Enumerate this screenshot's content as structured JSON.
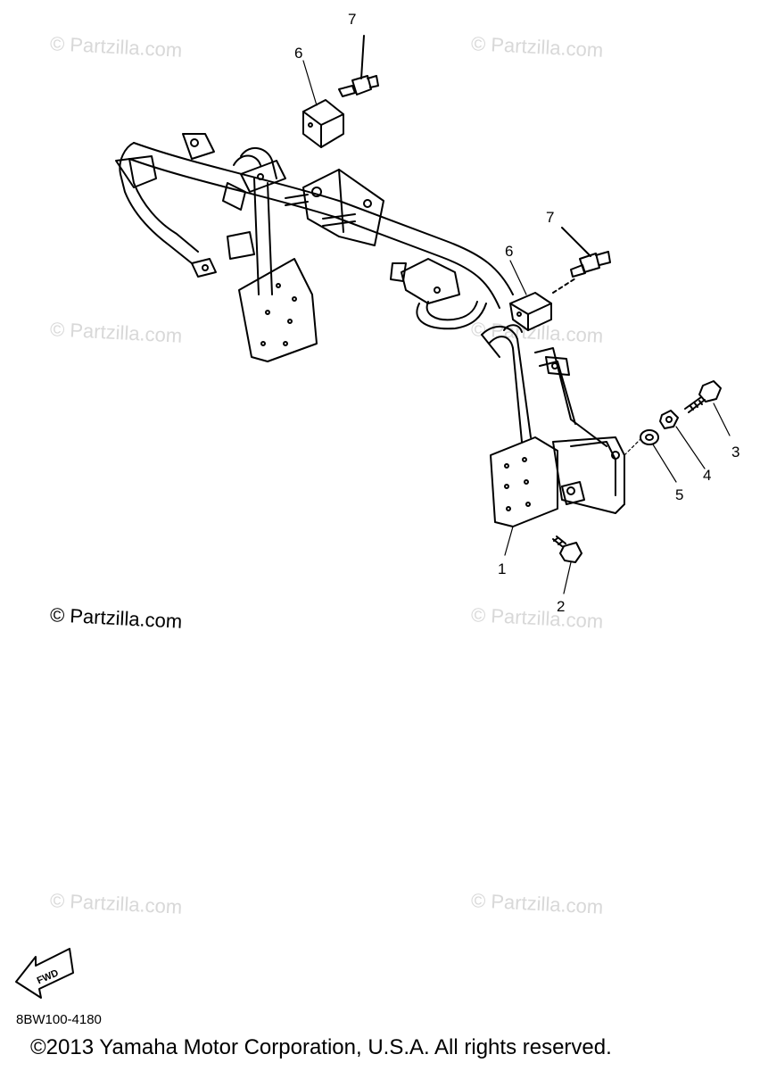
{
  "watermark": {
    "text": "© Partzilla.com"
  },
  "callouts": {
    "c1": "1",
    "c2": "2",
    "c3": "3",
    "c4": "4",
    "c5": "5",
    "c6a": "6",
    "c6b": "6",
    "c7a": "7",
    "c7b": "7"
  },
  "fwd_label": "FWD",
  "diagram_code": "8BW100-4180",
  "copyright": "©2013 Yamaha Motor Corporation, U.S.A. All rights reserved.",
  "colors": {
    "line": "#000000",
    "watermark": "#d8d8d8",
    "background": "#ffffff"
  }
}
